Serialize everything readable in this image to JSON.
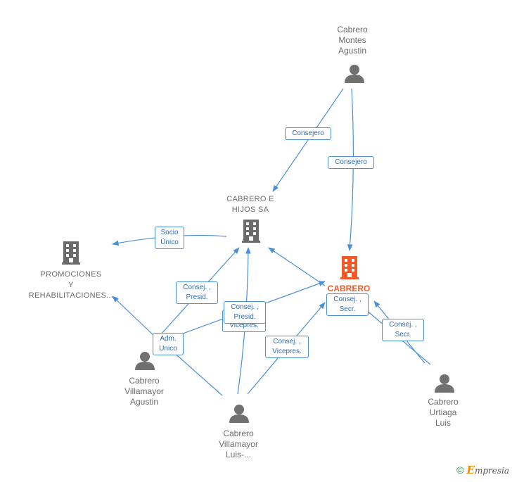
{
  "nodes": {
    "cabrero_montes": {
      "label": "Cabrero\nMontes\nAgustin"
    },
    "cabrero_e_hijos": {
      "label": "CABRERO E\nHIJOS SA"
    },
    "promociones": {
      "label": "PROMOCIONES\nY\nREHABILITACIONES..."
    },
    "cabrero_focus": {
      "label": "CABRERO\nA...L"
    },
    "villamayor_agustin": {
      "label": "Cabrero\nVillamayor\nAgustin"
    },
    "villamayor_luis": {
      "label": "Cabrero\nVillamayor\nLuis-..."
    },
    "urtiaga_luis": {
      "label": "Cabrero\nUrtiaga\nLuis"
    }
  },
  "edges": {
    "consejero_1": "Consejero",
    "consejero_2": "Consejero",
    "socio_unico": "Socio\nÚnico",
    "consej_presid_1": "Consej. ,\nPresid.",
    "consej_vicepres_hidden": "Consej. ,\nVicepres.",
    "consej_presid_2": "Consej. ,\nPresid.",
    "adm_unico": "Adm.\nUnico",
    "consej_vicepres": "Consej. ,\nVicepres.",
    "consej_secr_1": "Consej. ,\nSecr.",
    "consej_secr_2": "Consej. ,\nSecr."
  },
  "colors": {
    "edge": "#4a90d9",
    "person_icon": "#707070",
    "company_icon": "#6b6b6b",
    "focus_company_icon": "#f05a2a"
  },
  "footer": {
    "copyright": "©",
    "brand_first": "E",
    "brand_rest": "mpresia"
  }
}
